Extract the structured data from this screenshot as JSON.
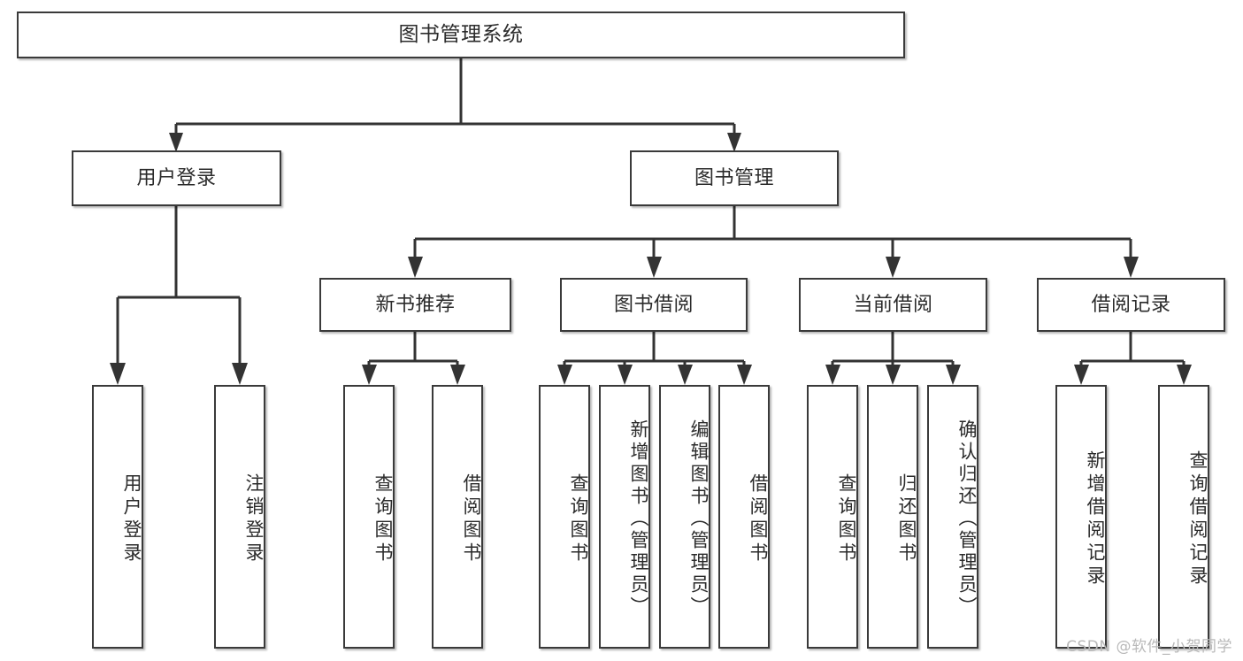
{
  "diagram": {
    "title": "图书管理系统",
    "type": "functional-structure-tree",
    "watermark": "CSDN @软件_小贺同学",
    "colors": {
      "box_border": "#3a3a3a",
      "box_fill": "#ffffff",
      "connector": "#333333",
      "text": "#2b2b2b",
      "watermark": "#b9b9b9",
      "background": "#ffffff"
    }
  },
  "nodes": {
    "root": {
      "label": "图书管理系统"
    },
    "level2": [
      {
        "label": "用户登录"
      },
      {
        "label": "图书管理"
      }
    ],
    "level3": [
      {
        "label": "新书推荐"
      },
      {
        "label": "图书借阅"
      },
      {
        "label": "当前借阅"
      },
      {
        "label": "借阅记录"
      }
    ],
    "leaves": {
      "user_login": [
        {
          "label": "用户登录"
        },
        {
          "label": "注销登录"
        }
      ],
      "new_book_recommend": [
        {
          "label": "查询图书"
        },
        {
          "label": "借阅图书"
        }
      ],
      "book_borrow": [
        {
          "label": "查询图书"
        },
        {
          "label": "新增图书（管理员）"
        },
        {
          "label": "编辑图书（管理员）"
        },
        {
          "label": "借阅图书"
        }
      ],
      "current_borrow": [
        {
          "label": "查询图书"
        },
        {
          "label": "归还图书"
        },
        {
          "label": "确认归还（管理员）"
        }
      ],
      "borrow_record": [
        {
          "label": "新增借阅记录"
        },
        {
          "label": "查询借阅记录"
        }
      ]
    }
  },
  "chart_data": {
    "type": "tree",
    "title": "图书管理系统",
    "root": "图书管理系统",
    "edges": [
      [
        "图书管理系统",
        "用户登录"
      ],
      [
        "图书管理系统",
        "图书管理"
      ],
      [
        "用户登录",
        "用户登录"
      ],
      [
        "用户登录",
        "注销登录"
      ],
      [
        "图书管理",
        "新书推荐"
      ],
      [
        "图书管理",
        "图书借阅"
      ],
      [
        "图书管理",
        "当前借阅"
      ],
      [
        "图书管理",
        "借阅记录"
      ],
      [
        "新书推荐",
        "查询图书"
      ],
      [
        "新书推荐",
        "借阅图书"
      ],
      [
        "图书借阅",
        "查询图书"
      ],
      [
        "图书借阅",
        "新增图书（管理员）"
      ],
      [
        "图书借阅",
        "编辑图书（管理员）"
      ],
      [
        "图书借阅",
        "借阅图书"
      ],
      [
        "当前借阅",
        "查询图书"
      ],
      [
        "当前借阅",
        "归还图书"
      ],
      [
        "当前借阅",
        "确认归还（管理员）"
      ],
      [
        "借阅记录",
        "新增借阅记录"
      ],
      [
        "借阅记录",
        "查询借阅记录"
      ]
    ],
    "depth": 4,
    "leaf_count": 13
  }
}
